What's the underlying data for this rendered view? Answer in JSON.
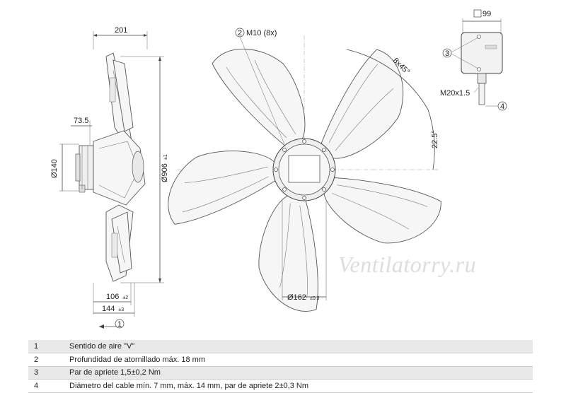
{
  "dimensions": {
    "width_201": "201",
    "depth_73_5": "73.5",
    "dia_140": "Ø140",
    "dia_906": "Ø906",
    "dia_906_tol": "±1",
    "d106": "106",
    "d106_tol": "±2",
    "d144": "144",
    "d144_tol": "±3",
    "m10": "M10 (8x)",
    "angle_8x45": "8x45°",
    "angle_22_5": "22.5°",
    "dia_162": "Ø162",
    "dia_162_tol": "±0.3",
    "box_99": "99",
    "m20": "M20x1.5"
  },
  "callouts": {
    "c1": "1",
    "c2": "2",
    "c3": "3",
    "c4": "4"
  },
  "watermark": "Ventilatorry.ru",
  "notes": [
    {
      "num": "1",
      "text": "Sentido de aire \"V\""
    },
    {
      "num": "2",
      "text": "Profundidad de atornillado máx. 18 mm"
    },
    {
      "num": "3",
      "text": "Par de apriete 1,5±0,2 Nm"
    },
    {
      "num": "4",
      "text": "Diámetro del cable mín. 7 mm, máx. 14 mm, par de apriete 2±0,3 Nm"
    }
  ],
  "colors": {
    "line": "#444444",
    "row_shade": "#e8e8e8"
  }
}
